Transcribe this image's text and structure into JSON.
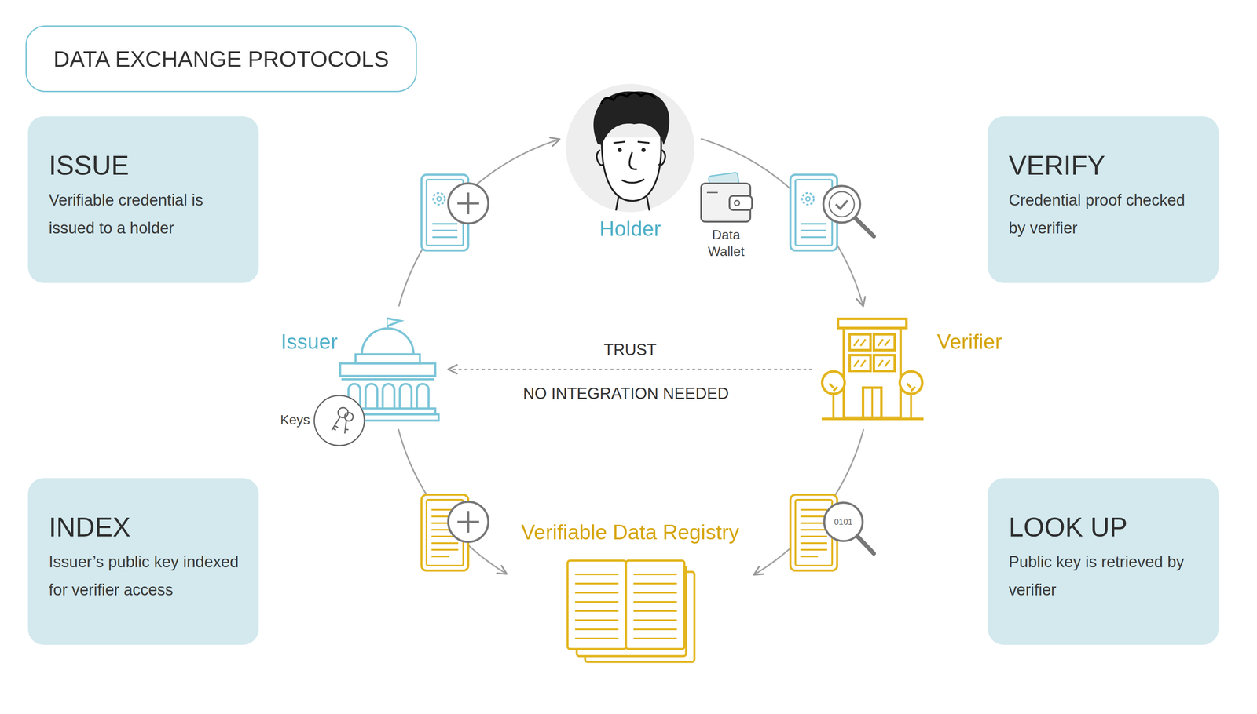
{
  "diagram": {
    "title": "DATA EXCHANGE PROTOCOLS",
    "nodes": [
      {
        "text": [
          "ISSUE",
          "Verifiable credential is issued to a holder"
        ]
      },
      {
        "text": [
          "Holder"
        ]
      },
      {
        "text": [
          "VERIFY",
          "Credential proof checked by verifier"
        ]
      },
      {
        "text": [
          "Issuer"
        ]
      },
      {
        "text": [
          "Verifier"
        ]
      },
      {
        "text": [
          "INDEX",
          "Issuer’s public key indexed for verifier access"
        ]
      },
      {
        "text": [
          "Verifiable Data Registry"
        ]
      },
      {
        "text": [
          "LOOK UP",
          "Public key is retrieved by verifier"
        ]
      }
    ],
    "edges": [
      {
        "from": 3,
        "to": 1,
        "arrow": "to"
      },
      {
        "from": 1,
        "to": 4,
        "arrow": "to"
      },
      {
        "from": 4,
        "to": 3,
        "label": "TRUST",
        "arrow": "to"
      },
      {
        "from": 3,
        "to": 6,
        "arrow": "to"
      },
      {
        "from": 4,
        "to": 6,
        "arrow": "to"
      }
    ],
    "labels": [
      "Data Wallet",
      "Keys",
      "NO INTEGRATION NEEDED",
      "0101"
    ]
  }
}
